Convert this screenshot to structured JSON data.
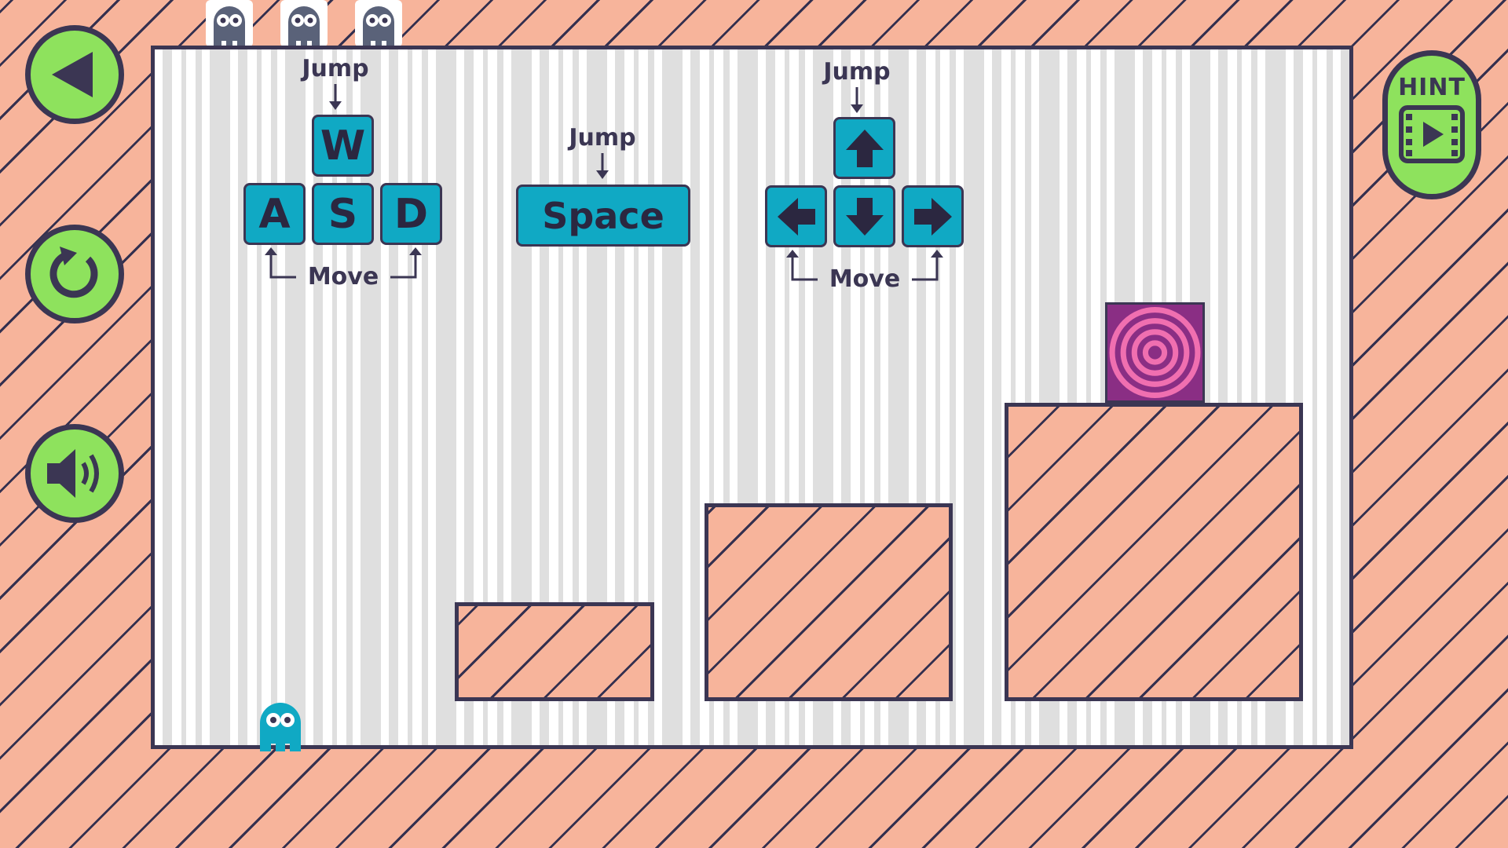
{
  "lives": {
    "count": 3,
    "icon": "ghost-icon",
    "color": "#5a6279"
  },
  "sidebar": {
    "back_icon": "triangle-back-icon",
    "restart_icon": "restart-icon",
    "sound_icon": "speaker-icon"
  },
  "hint": {
    "label": "HINT",
    "icon": "video-play-icon"
  },
  "controls": {
    "wasd": {
      "jump_label": "Jump",
      "up_key": "W",
      "left_key": "A",
      "down_key": "S",
      "right_key": "D",
      "move_label": "Move"
    },
    "space": {
      "jump_label": "Jump",
      "key": "Space"
    },
    "arrows": {
      "jump_label": "Jump",
      "up_icon": "arrow-up-icon",
      "left_icon": "arrow-left-icon",
      "down_icon": "arrow-down-icon",
      "right_icon": "arrow-right-icon",
      "move_label": "Move"
    }
  },
  "level": {
    "player_color": "#10a9c4",
    "goal_icon": "spiral-portal-icon",
    "goal_color": "#f06fb0",
    "accent_green": "#8ee25d",
    "accent_salmon": "#f7b49b",
    "outline": "#3b3653"
  }
}
